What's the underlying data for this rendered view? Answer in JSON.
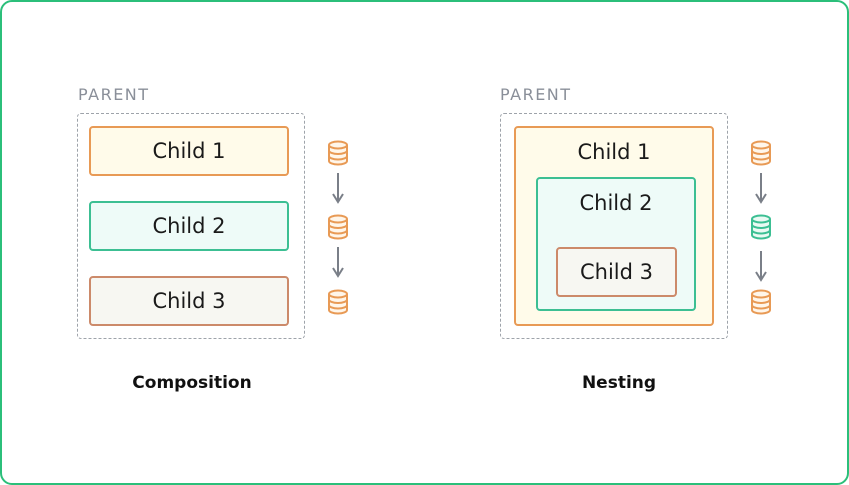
{
  "composition": {
    "parent_label": "PARENT",
    "children": [
      "Child 1",
      "Child 2",
      "Child 3"
    ],
    "caption": "Composition"
  },
  "nesting": {
    "parent_label": "PARENT",
    "children": [
      "Child 1",
      "Child 2",
      "Child 3"
    ],
    "caption": "Nesting"
  },
  "colors": {
    "frame": "#2bbf7a",
    "orange": "#e89a55",
    "green": "#3cbf93",
    "brown": "#cc8a6a",
    "arrow": "#7a7f88"
  },
  "icons": {
    "store": "database-icon",
    "flow": "arrow-down-icon"
  }
}
